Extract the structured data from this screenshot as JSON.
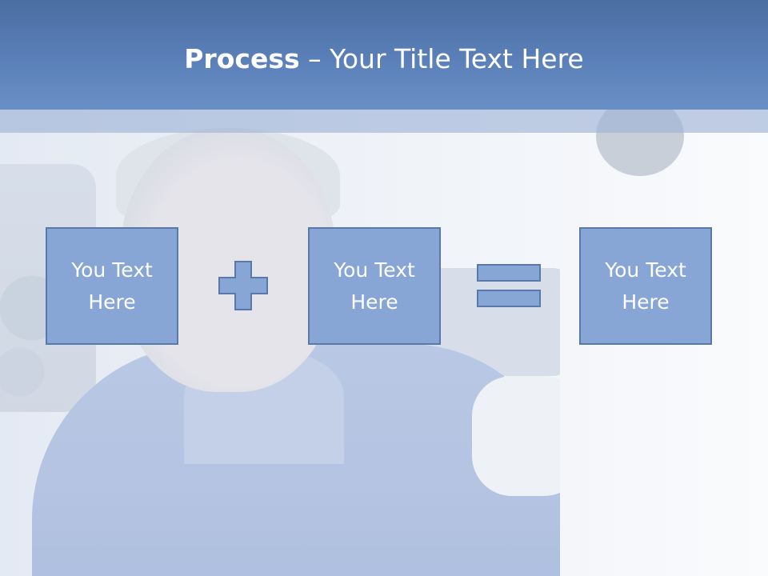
{
  "slide": {
    "title": {
      "strong": "Process",
      "rest": " – Your Title Text Here"
    },
    "boxes": [
      {
        "text": "You Text Here"
      },
      {
        "text": "You Text Here"
      },
      {
        "text": "You Text Here"
      }
    ],
    "operators": {
      "first": "plus-icon",
      "second": "equals-icon"
    },
    "colors": {
      "header": "#5b80b9",
      "box_fill": "#87a6d6",
      "box_border": "#5a79ab",
      "text": "#ffffff"
    }
  }
}
